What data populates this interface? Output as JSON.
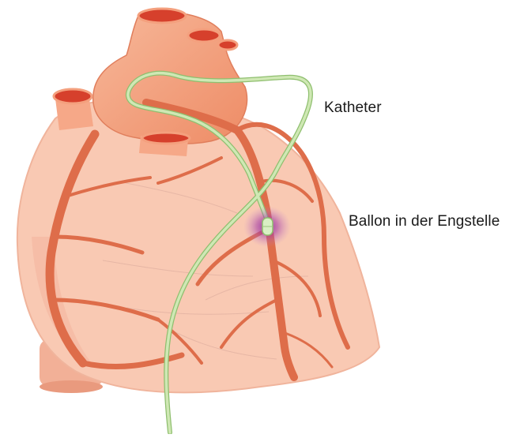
{
  "labels": {
    "catheter": "Katheter",
    "balloon": "Ballon in der Engstelle"
  },
  "icons": {
    "heart": "heart-illustration",
    "catheter": "catheter-wire",
    "balloon": "balloon-at-stenosis"
  },
  "colors": {
    "heart_fill": "#f9c9b3",
    "heart_shadow": "#f0b49c",
    "vessel": "#de6d4a",
    "vessel_dark": "#cf5535",
    "aorta": "#f4a07e",
    "aorta_inner": "#d6402c",
    "catheter": "#cfe8b4",
    "catheter_edge": "#8fbf6f",
    "balloon_glow": "#a23aa8",
    "text": "#1a1a1a"
  }
}
